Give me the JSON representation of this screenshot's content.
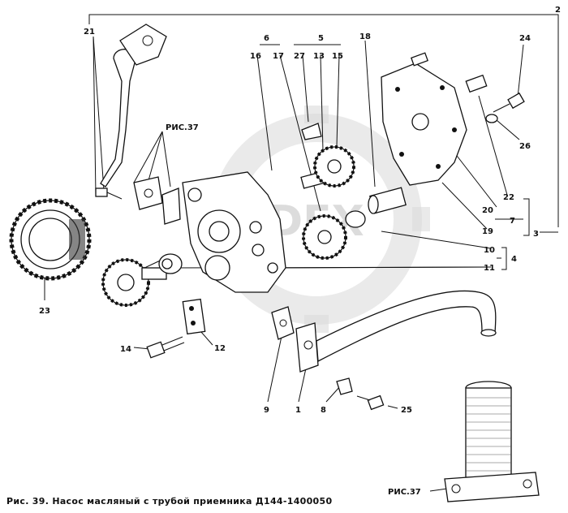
{
  "caption": "Рис. 39. Насос масляный с трубой приемника Д144-1400050",
  "callouts": {
    "n1": "1",
    "n2": "2",
    "n3": "3",
    "n4": "4",
    "n5": "5",
    "n6": "6",
    "n7": "7",
    "n8": "8",
    "n9": "9",
    "n10": "10",
    "n11": "11",
    "n12": "12",
    "n13": "13",
    "n14": "14",
    "n15": "15",
    "n16": "16",
    "n17": "17",
    "n18": "18",
    "n19": "19",
    "n20": "20",
    "n21": "21",
    "n22": "22",
    "n23": "23",
    "n24": "24",
    "n25": "25",
    "n26": "26",
    "n27": "27"
  },
  "references": {
    "ris37_top": "РИС.37",
    "ris37_bottom": "РИС.37"
  }
}
